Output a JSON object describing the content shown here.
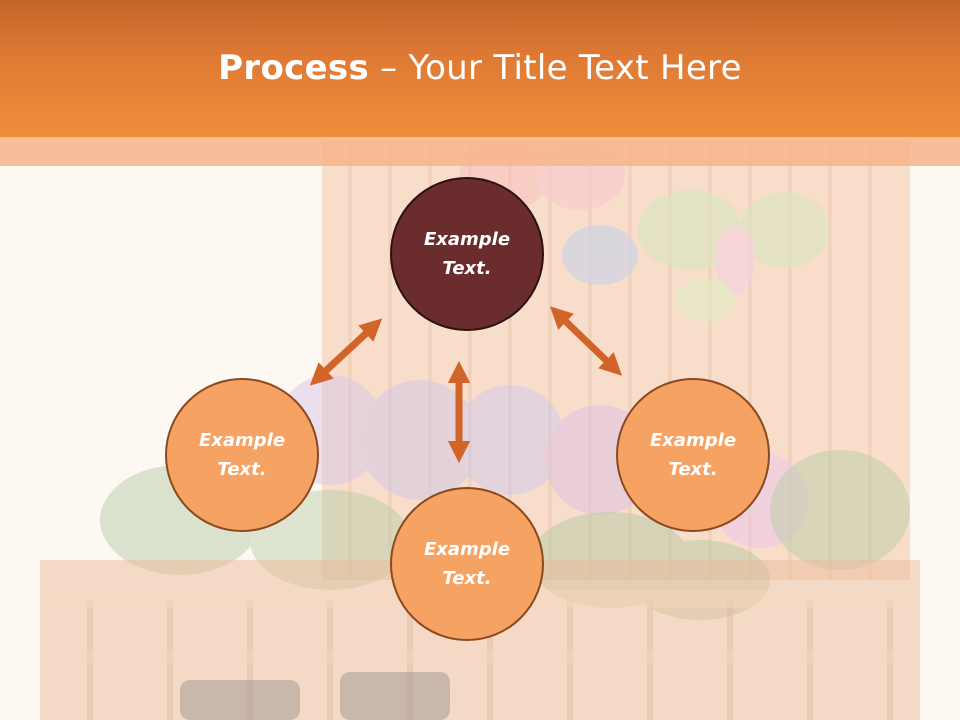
{
  "title": {
    "bold": "Process",
    "rest": " – Your Title Text Here"
  },
  "nodes": {
    "top": "Example Text.",
    "left": "Example Text.",
    "bottom": "Example Text.",
    "right": "Example Text."
  },
  "colors": {
    "title_bar": "#f08d3c",
    "center_node": "#6b2c2e",
    "outer_node": "#f5a262",
    "arrow": "#d2642a"
  }
}
